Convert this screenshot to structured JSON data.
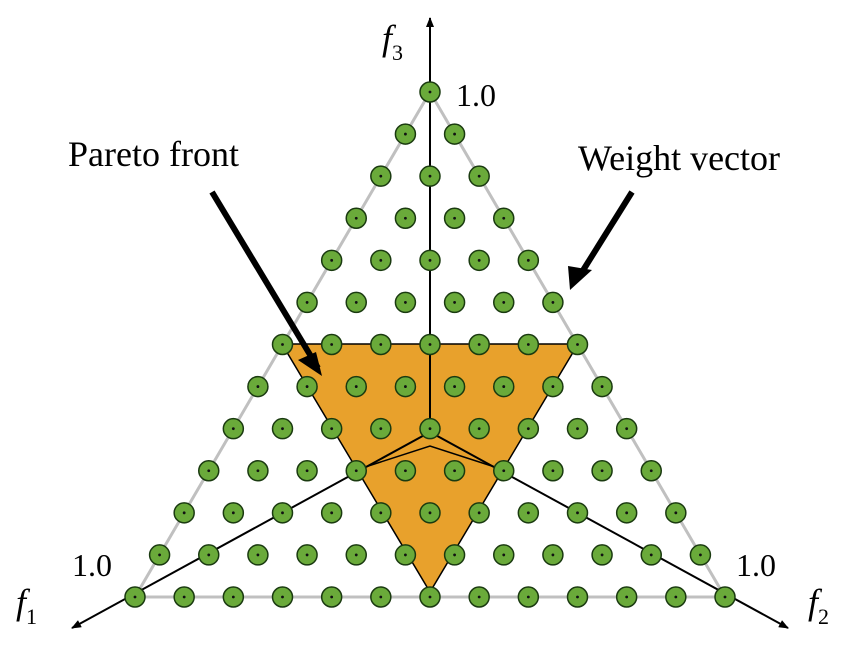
{
  "labels": {
    "pareto_front": "Pareto front",
    "weight_vector": "Weight vector",
    "axis_f1": "f",
    "axis_f1_sub": "1",
    "axis_f2": "f",
    "axis_f2_sub": "2",
    "axis_f3": "f",
    "axis_f3_sub": "3",
    "tick_f1": "1.0",
    "tick_f2": "1.0",
    "tick_f3": "1.0"
  },
  "grid": {
    "divisions": 12
  },
  "pareto_region": {
    "lower_bound": 0.5
  },
  "colors": {
    "point_fill": "#6aaa3a",
    "point_stroke": "#1a3a10",
    "pareto_fill": "#e8a12c",
    "edge": "#c0c0c0",
    "axis": "#000000"
  }
}
